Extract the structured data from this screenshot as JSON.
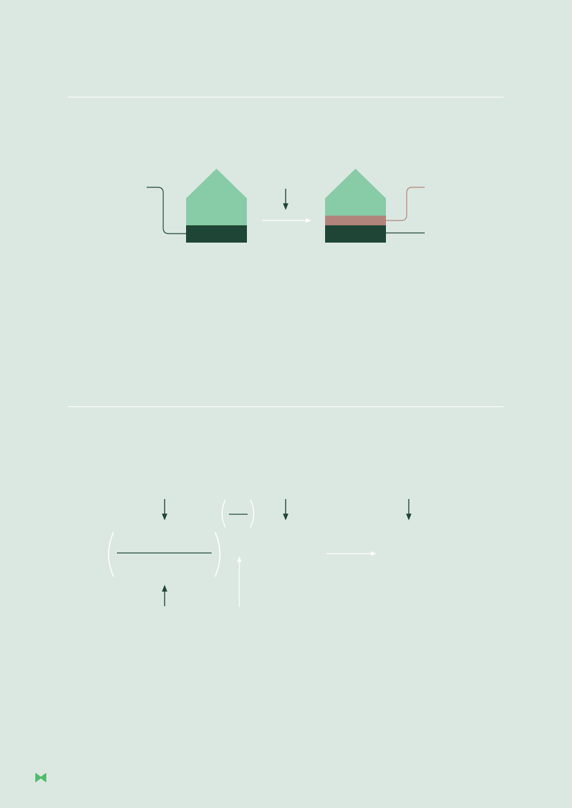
{
  "colors": {
    "background": "#dbe8e1",
    "light_green": "#88cba7",
    "dark_green": "#1e4535",
    "brown": "#b0847a",
    "white": "#ffffff",
    "logo_green": "#52bb6e"
  },
  "diagram_top": {
    "house_before": {
      "layers": [
        "base"
      ]
    },
    "house_after": {
      "layers": [
        "middle",
        "base"
      ]
    }
  },
  "diagram_bottom": {},
  "footer": {
    "logo_icon": "butterfly-logo-icon"
  }
}
